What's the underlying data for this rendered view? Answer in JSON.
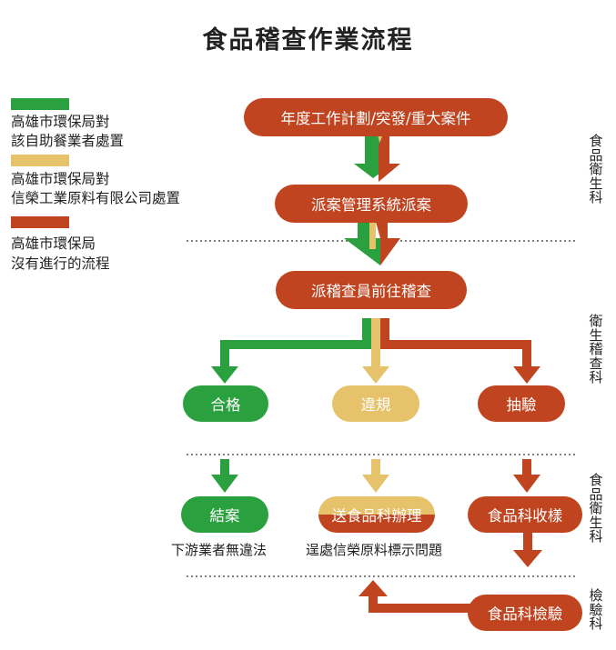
{
  "title": "食品稽查作業流程",
  "legend": [
    {
      "color": "#2aa03f",
      "line1": "高雄市環保局對",
      "line2": "該自助餐業者處置"
    },
    {
      "color": "#e6c26a",
      "line1": "高雄市環保局對",
      "line2": "信榮工業原料有限公司處置"
    },
    {
      "color": "#c0441f",
      "line1": "高雄市環保局",
      "line2": "沒有進行的流程"
    }
  ],
  "departments": {
    "d1": [
      "食",
      "品",
      "衛",
      "生",
      "科"
    ],
    "d2": [
      "衛",
      "生",
      "稽",
      "查",
      "科"
    ],
    "d3": [
      "食",
      "品",
      "衛",
      "生",
      "科"
    ],
    "d4": [
      "檢",
      "驗",
      "科"
    ]
  },
  "nodes": {
    "annual": "年度工作計劃/突發/重大案件",
    "dispatch": "派案管理系統派案",
    "inspect": "派稽查員前往稽查",
    "pass": "合格",
    "violation": "違規",
    "sample": "抽驗",
    "close": "結案",
    "send": "送食品科辦理",
    "collect": "食品科收樣",
    "test": "食品科檢驗"
  },
  "notes": {
    "downstream": "下游業者無違法",
    "upstream": "逞處信榮原料標示問題"
  },
  "colors": {
    "green": "#2aa03f",
    "yellow": "#e6c26a",
    "red": "#c0441f"
  }
}
